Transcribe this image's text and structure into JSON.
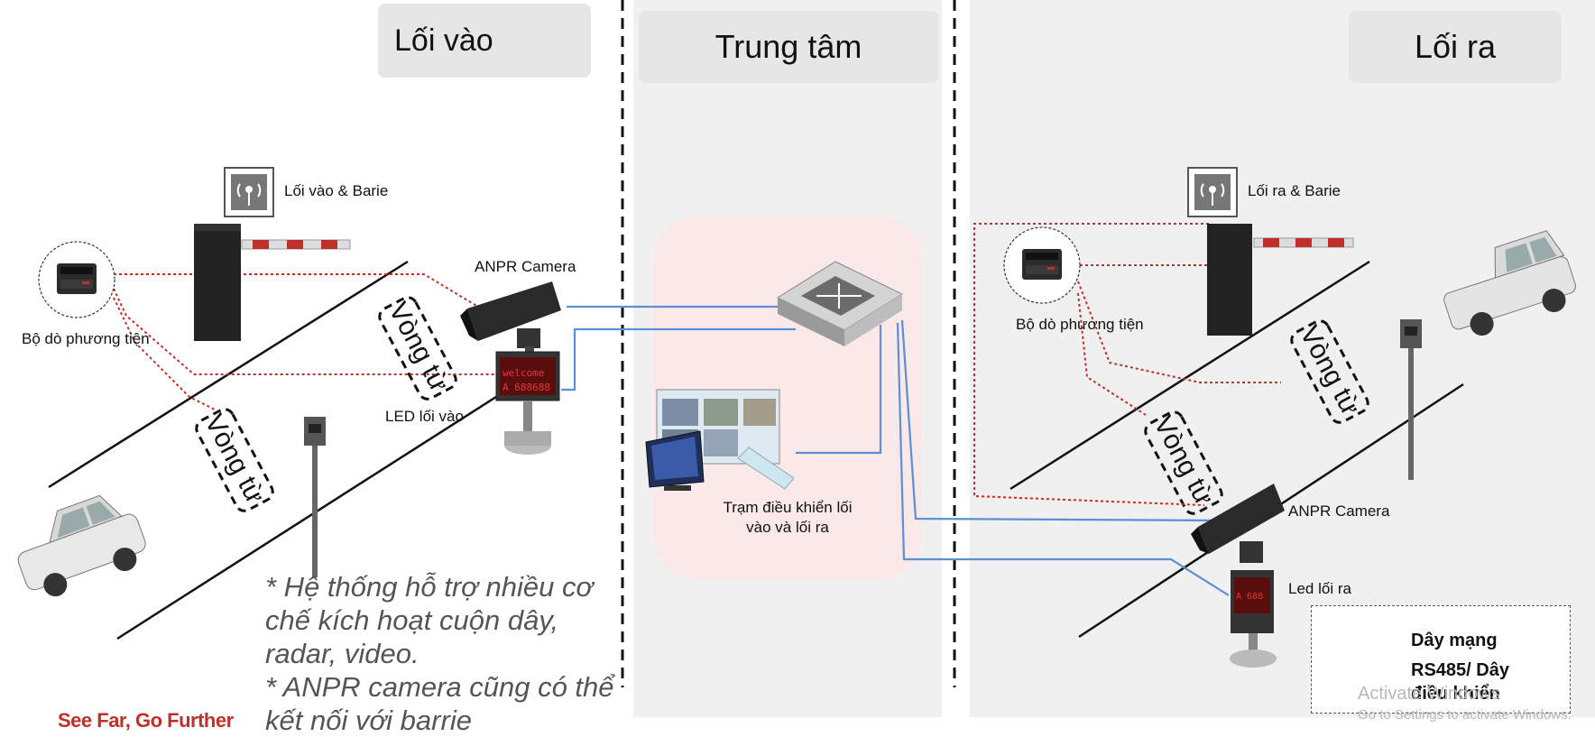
{
  "zones": {
    "entry_title": "Lối vào",
    "center_title": "Trung tâm",
    "exit_title": "Lối ra"
  },
  "entry": {
    "barrier_label": "Lối vào & Barie",
    "detector_label": "Bộ dò phương tiện",
    "camera_label": "ANPR Camera",
    "led_label": "LED lối vào",
    "loop_label_1": "Vòng từ",
    "loop_label_2": "Vòng từ",
    "led_display_text": "welcome"
  },
  "center": {
    "station_label_line1": "Trạm điều khiển lối",
    "station_label_line2": "vào và lối ra"
  },
  "exit": {
    "barrier_label": "Lối ra & Barie",
    "detector_label": "Bộ dò phương tiện",
    "camera_label": "ANPR Camera",
    "led_label": "Led lối ra",
    "loop_label_1": "Vòng từ",
    "loop_label_2": "Vòng từ"
  },
  "note": {
    "line1": "* Hệ thống hỗ trợ nhiều cơ",
    "line2": "chế kích hoạt cuộn dây,",
    "line3": "radar, video.",
    "line4": "* ANPR camera cũng có thể",
    "line5": "kết nối với barrie"
  },
  "brand": "See Far, Go Further",
  "legend": {
    "network_label": "Dây mạng",
    "rs485_label_line1": "RS485/ Dây",
    "rs485_label_line2": "điều khiển"
  },
  "watermark": {
    "line1": "Activate Windows",
    "line2": "Go to Settings to activate Windows."
  },
  "colors": {
    "network_line": "#5b8fd6",
    "control_line": "#c0302a",
    "panel_bg": "#f0f0f0",
    "center_blob": "#fbe9e9",
    "brand": "#c0302a"
  }
}
